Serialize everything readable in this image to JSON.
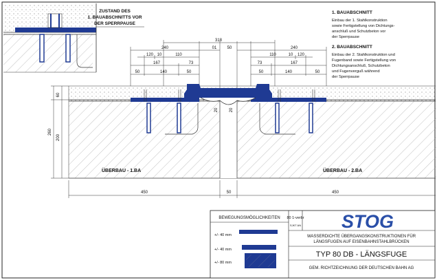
{
  "inset": {
    "title_line1": "ZUSTAND DES",
    "title_line2": "1. BAUABSCHNITTS VOR",
    "title_line3": "DER SPERRPAUSE"
  },
  "notes": {
    "n1_title": "1. BAUABSCHNITT",
    "n1_lines": [
      "Einbau der 1. Stahlkonstruktion",
      "sowie Fertigstellung von Dichtungs-",
      "anschluß und Schutzbeton vor",
      "der Sperrpause"
    ],
    "n2_title": "2. BAUABSCHNITT",
    "n2_lines": [
      "Einbau der 2. Stahlkonstruktion und",
      "Fugenband sowie Fertigstellung von",
      "Dichtungsanschluß, Schutzbeton",
      "und Fugenverguß während",
      "der Sperrpause"
    ]
  },
  "dims": {
    "d318": "318",
    "d01": "01",
    "d50": "50",
    "d240_l": "240",
    "d240_r": "240",
    "d120_l": "120",
    "d10_l": "10",
    "d110_l": "110",
    "d120_r": "120",
    "d10_r": "10",
    "d110_r": "110",
    "d167_l": "167",
    "d73_l": "73",
    "d167_r": "167",
    "d73_r": "73",
    "d50a_l": "50",
    "d140_l": "140",
    "d50b_l": "50",
    "d50a_r": "50",
    "d140_r": "140",
    "d50b_r": "50",
    "v60": "60",
    "v260": "260",
    "v200": "200",
    "v20a": "20",
    "v20b": "20",
    "b450_l": "450",
    "b50": "50",
    "b450_r": "450"
  },
  "labels": {
    "ueberbau1": "ÜBERBAU - 1.BA",
    "ueberbau2": "ÜBERBAU - 2.BA"
  },
  "titleblock": {
    "bewegung": "BEWEGUNGSMÖGLICHKEITEN",
    "m1": "+/- 40 mm",
    "m2": "+/- 40 mm",
    "m3": "+/- 80 mm",
    "code": "80 1-verbr",
    "code2": "SJKT AN",
    "logo": "STOG",
    "desc1": "WASSERDICHTE ÜBERGANGSKONSTRUKTIONEN FÜR",
    "desc2": "LÄNGSFUGEN AUF EISENBAHNSTAHLBRÜCKEN",
    "typ": "TYP 80 DB - LÄNGSFUGE",
    "gen": "GEM. RICHTZEICHNUNG DER DEUTSCHEN BAHN AG"
  },
  "colors": {
    "accent_blue": "#1f3a93",
    "logo_blue": "#2a4fa8"
  }
}
